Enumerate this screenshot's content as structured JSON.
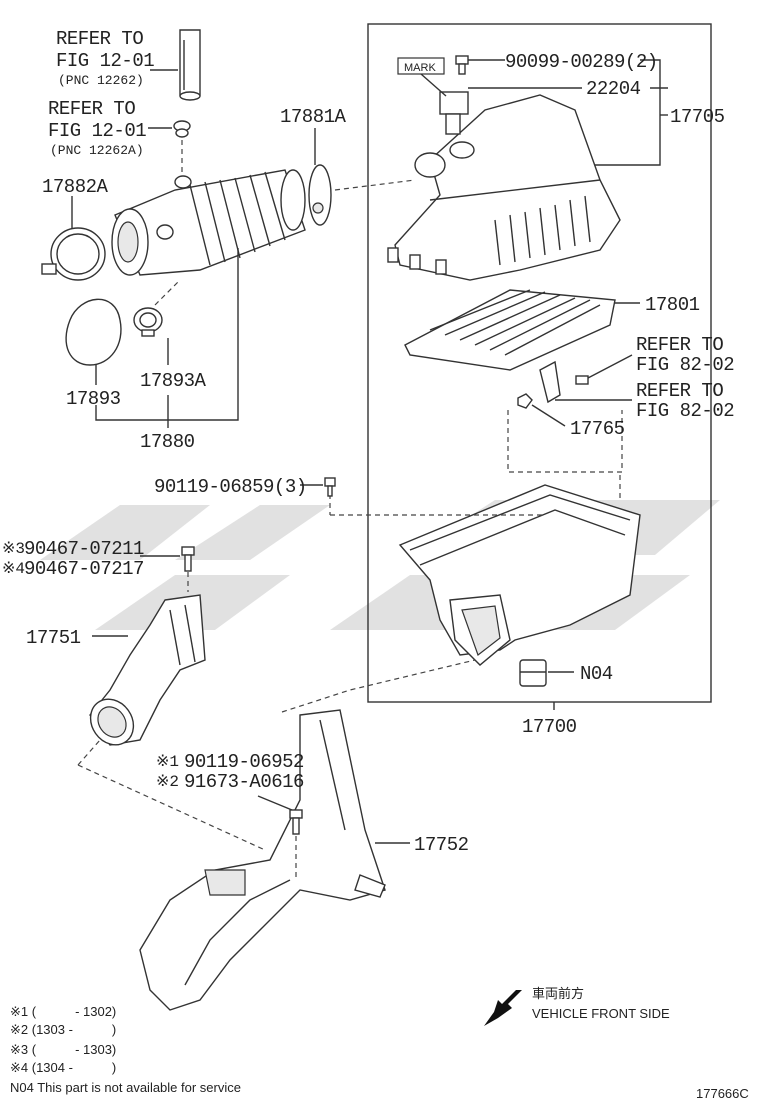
{
  "labels": {
    "refer_a_1": "REFER TO",
    "refer_a_2": "FIG 12-01",
    "refer_a_3": "(PNC 12262)",
    "refer_b_1": "REFER TO",
    "refer_b_2": "FIG 12-01",
    "refer_b_3": "(PNC 12262A)",
    "p17881a": "17881A",
    "p17882a": "17882A",
    "p17893": "17893",
    "p17893a": "17893A",
    "p17880": "17880",
    "mark": "MARK",
    "p90099": "90099-00289(2)",
    "p22204": "22204",
    "p17705": "17705",
    "p17801": "17801",
    "refer_c_1": "REFER TO",
    "refer_c_2": "FIG 82-02",
    "refer_d_1": "REFER TO",
    "refer_d_2": "FIG 82-02",
    "p17765": "17765",
    "p90119_3": "90119-06859(3)",
    "p90467_07211": "90467-07211",
    "p90467_07217": "90467-07217",
    "mark3": "※3",
    "mark4": "※4",
    "p17751": "17751",
    "p17700": "17700",
    "n04": "N04",
    "mark1": "※1",
    "mark2": "※2",
    "p90119_06952": "90119-06952",
    "p91673": "91673-A0616",
    "p17752": "17752",
    "direction_jp": "車両前方",
    "direction_en": "VEHICLE FRONT SIDE",
    "fig_code": "177666C"
  },
  "footnotes": [
    "※1 (　　　- 1302)",
    "※2 (1303 -　　　)",
    "※3 (　　　- 1303)",
    "※4 (1304 -　　　)",
    "N04  This part is not available for service"
  ]
}
